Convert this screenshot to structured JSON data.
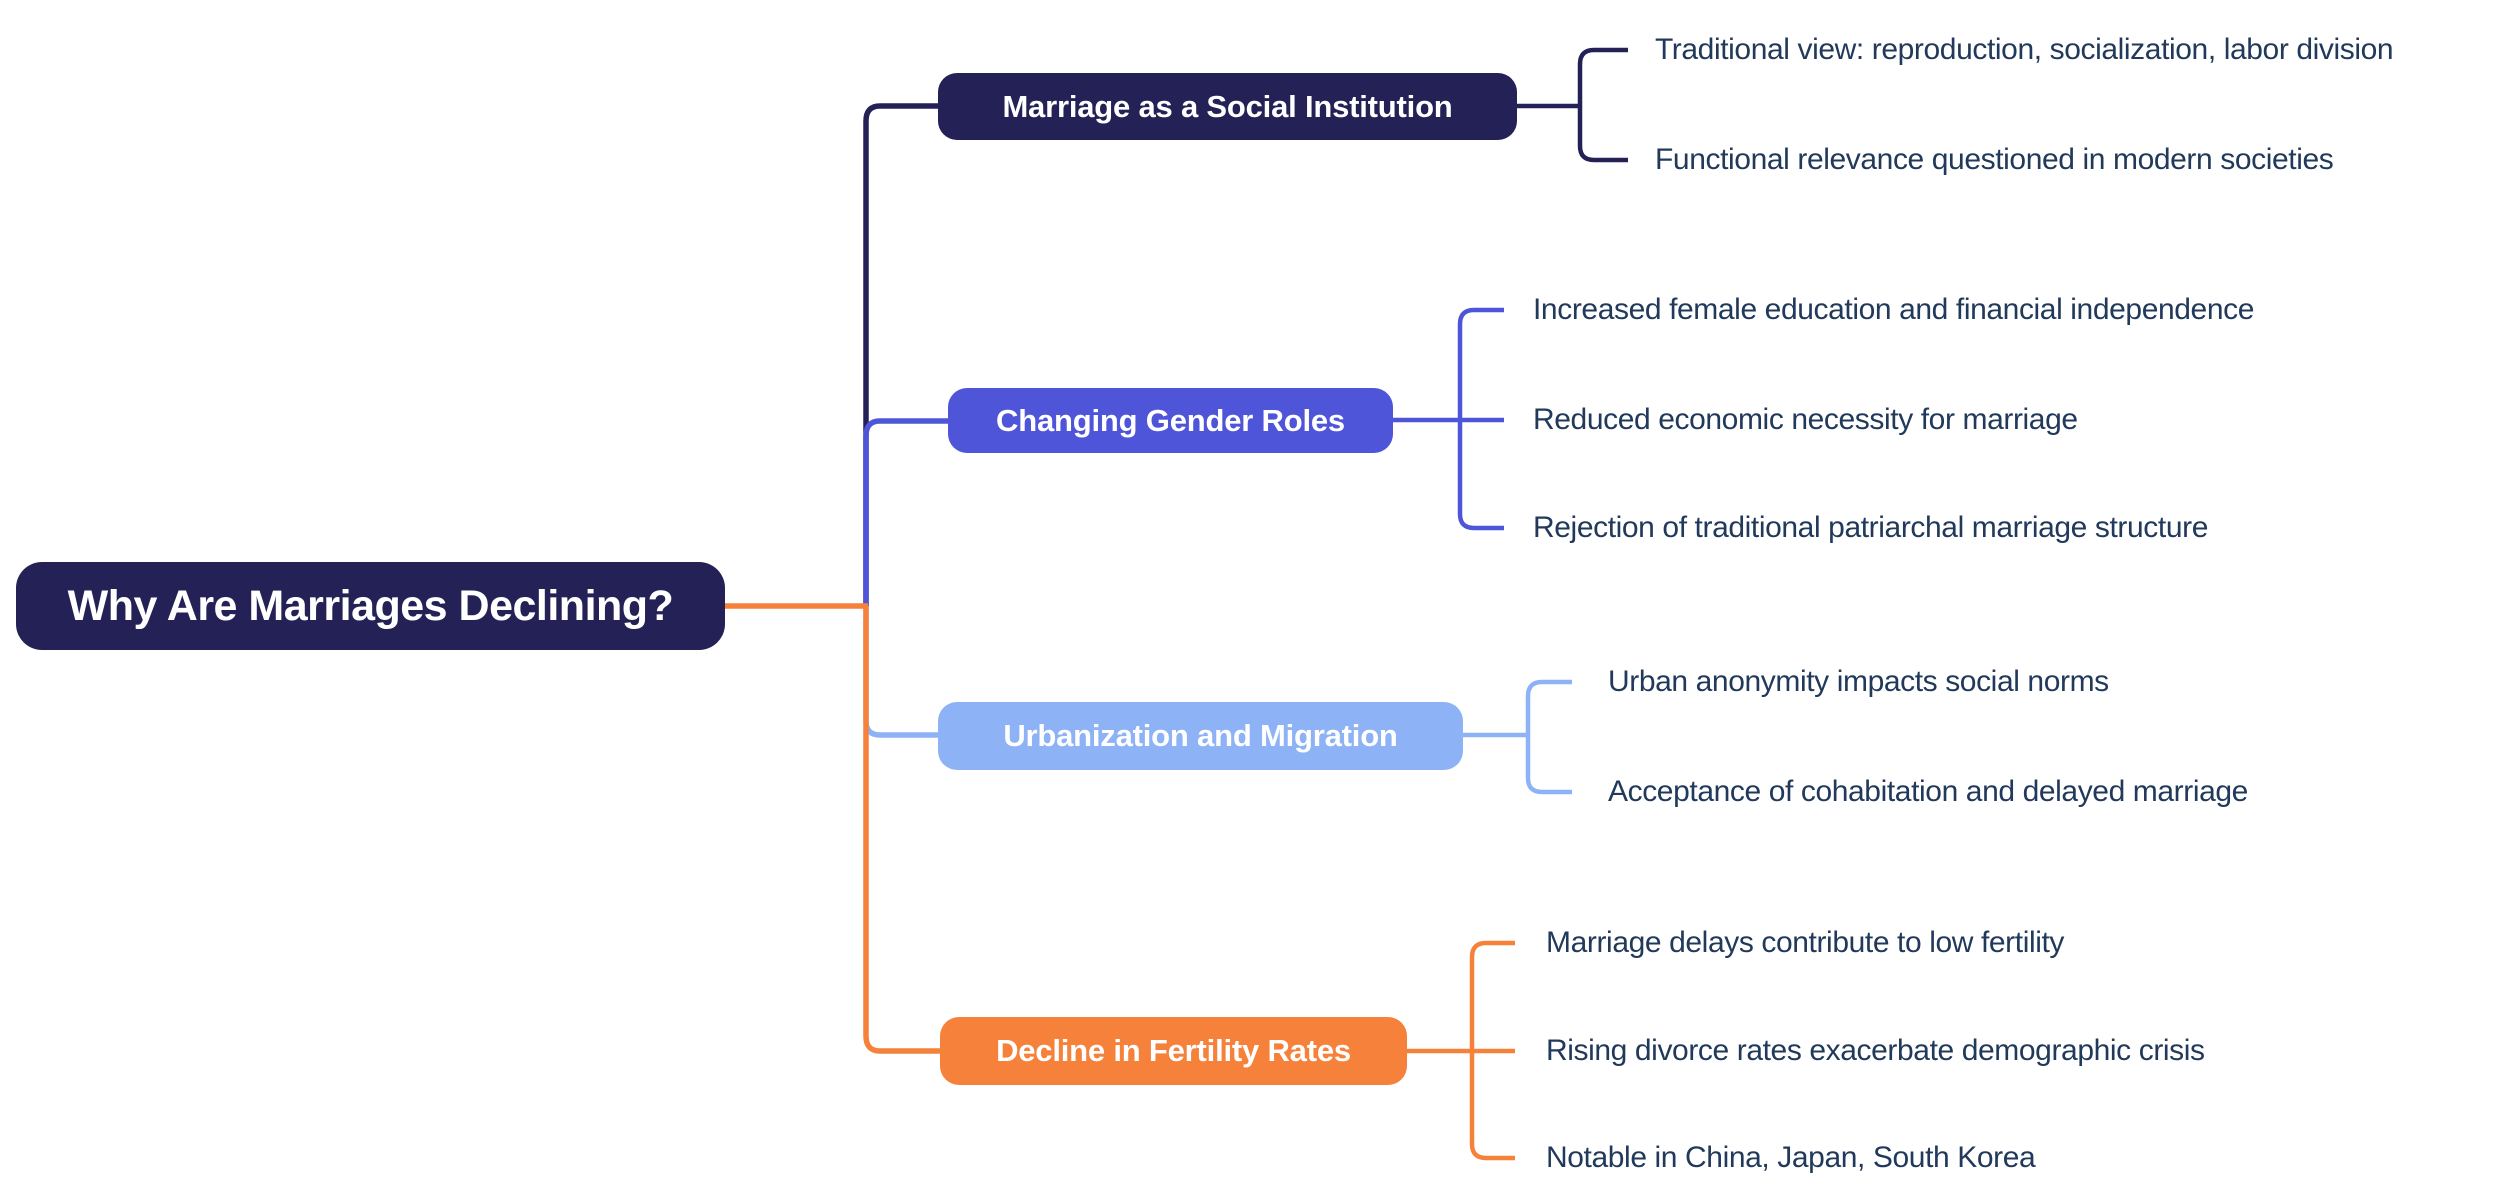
{
  "title": "Why Are Marriages Declining?",
  "colors": {
    "navy": "#242157",
    "indigo": "#4f55d9",
    "lightblue": "#8db3f6",
    "orange": "#f6813a",
    "leaf_text": "#21395a",
    "node_text": "#ffffff",
    "background": "#ffffff"
  },
  "root": {
    "label": "Why Are Marriages Declining?",
    "color": "#242157"
  },
  "branches": [
    {
      "label": "Marriage as a Social Institution",
      "color": "#242157",
      "children": [
        "Traditional view: reproduction, socialization, labor division",
        "Functional relevance questioned in modern societies"
      ]
    },
    {
      "label": "Changing Gender Roles",
      "color": "#4f55d9",
      "children": [
        "Increased female education and financial independence",
        "Reduced economic necessity for marriage",
        "Rejection of traditional patriarchal marriage structure"
      ]
    },
    {
      "label": "Urbanization and Migration",
      "color": "#8db3f6",
      "children": [
        "Urban anonymity impacts social norms",
        "Acceptance of cohabitation and delayed marriage"
      ]
    },
    {
      "label": "Decline in Fertility Rates",
      "color": "#f6813a",
      "children": [
        "Marriage delays contribute to low fertility",
        "Rising divorce rates exacerbate demographic crisis",
        "Notable in China, Japan, South Korea"
      ]
    }
  ]
}
